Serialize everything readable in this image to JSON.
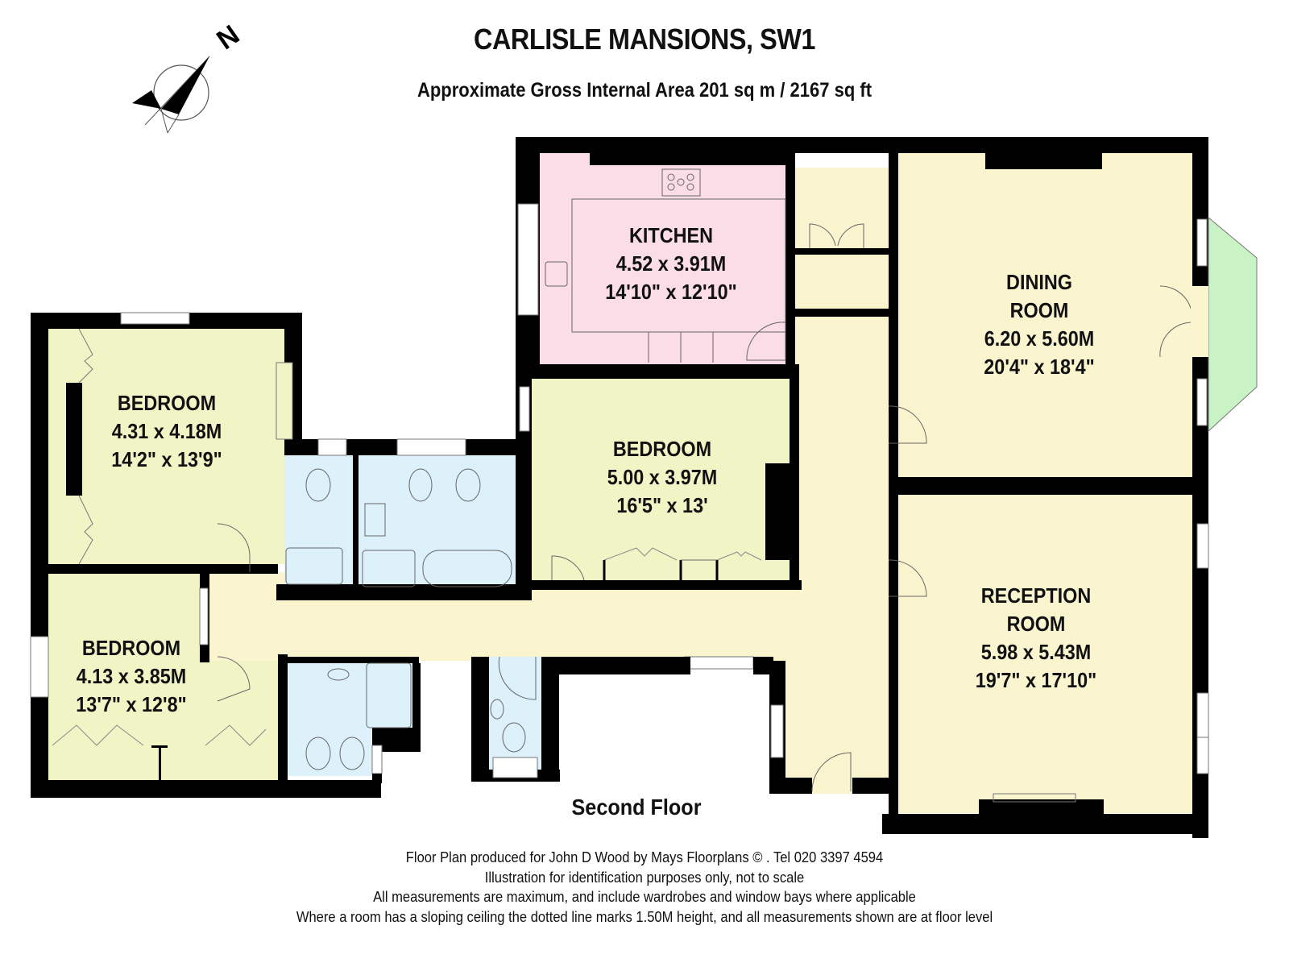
{
  "header": {
    "title": "CARLISLE MANSIONS, SW1",
    "subtitle": "Approximate Gross Internal Area 201 sq m  /  2167 sq ft"
  },
  "compass": {
    "label": "N"
  },
  "colors": {
    "wall": "#000000",
    "kitchen": "#fbdde8",
    "bedroom": "#f1f5c6",
    "reception": "#faf4cf",
    "bathroom": "#ddf1fa",
    "bay": "#c9f3c4"
  },
  "rooms": [
    {
      "name": "KITCHEN",
      "metric": "4.52 x 3.91M",
      "imperial": "14'10\" x 12'10\""
    },
    {
      "name": "DINING ROOM",
      "line1": "DINING",
      "line2": "ROOM",
      "metric": "6.20 x 5.60M",
      "imperial": "20'4\" x 18'4\""
    },
    {
      "name": "BEDROOM",
      "metric": "4.31 x 4.18M",
      "imperial": "14'2\" x 13'9\""
    },
    {
      "name": "BEDROOM",
      "metric": "5.00 x 3.97M",
      "imperial": "16'5\" x 13'"
    },
    {
      "name": "BEDROOM",
      "metric": "4.13 x 3.85M",
      "imperial": "13'7\" x 12'8\""
    },
    {
      "name": "RECEPTION ROOM",
      "line1": "RECEPTION",
      "line2": "ROOM",
      "metric": "5.98 x 5.43M",
      "imperial": "19'7\" x 17'10\""
    }
  ],
  "floor_label": "Second Floor",
  "footer": {
    "line1": "Floor Plan produced for John D Wood by Mays Floorplans  © . Tel 020 3397 4594",
    "line2": "Illustration for identification purposes only, not to scale",
    "line3": "All measurements are maximum, and include wardrobes and window bays where applicable",
    "line4": "Where a room has a sloping ceiling the dotted line marks 1.50M height, and all measurements shown are at floor level"
  }
}
